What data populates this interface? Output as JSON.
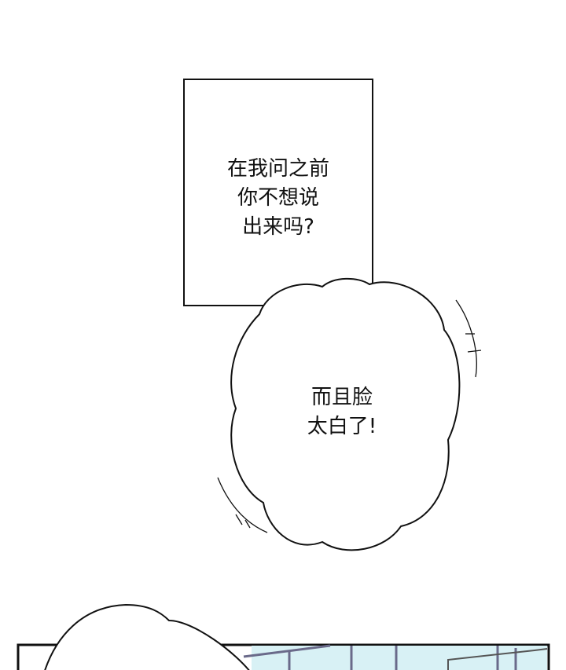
{
  "panel1": {
    "narration_lines": [
      "在我问之前",
      "你不想说",
      "出来吗?"
    ]
  },
  "panel2": {
    "bubble_lines": [
      "而且脸",
      "太白了!"
    ]
  },
  "colors": {
    "sky": "#cfeef4",
    "window_frame": "#6a6a8a",
    "ink": "#111111"
  }
}
